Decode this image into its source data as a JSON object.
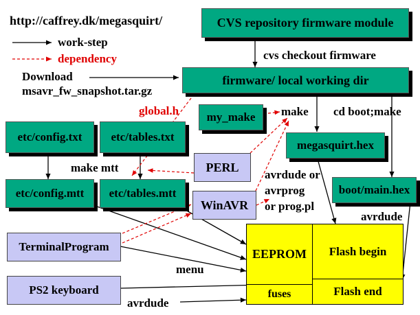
{
  "legend": {
    "url": "http://caffrey.dk/megasquirt/",
    "work_step": "work-step",
    "dependency": "dependency"
  },
  "download": {
    "line1": "Download",
    "line2": "msavr_fw_snapshot.tar.gz"
  },
  "boxes": {
    "cvs_repo": "CVS repository firmware module",
    "working_dir": "firmware/ local working dir",
    "my_make": "my_make",
    "config_txt": "etc/config.txt",
    "tables_txt": "etc/tables.txt",
    "megasquirt_hex": "megasquirt.hex",
    "perl": "PERL",
    "config_mtt": "etc/config.mtt",
    "tables_mtt": "etc/tables.mtt",
    "winavr": "WinAVR",
    "boot_main_hex": "boot/main.hex",
    "terminal_program": "TerminalProgram",
    "ps2_keyboard": "PS2 keyboard"
  },
  "chip": {
    "eeprom": "EEPROM",
    "fuses": "fuses",
    "flash_begin": "Flash begin",
    "flash_end": "Flash end"
  },
  "edge_labels": {
    "cvs_checkout": "cvs checkout firmware",
    "global_h": "global.h",
    "make": "make",
    "cd_boot_make": "cd boot;make",
    "make_mtt": "make mtt",
    "avrdude_or": "avrdude or",
    "avrprog": "avrprog",
    "or_prog_pl": "or prog.pl",
    "avrdude_boot": "avrdude",
    "menu": "menu",
    "avrdude_bottom": "avrdude"
  },
  "colors": {
    "box_green": "#00a882",
    "box_lavender": "#c8c8f5",
    "chip_yellow": "#ffff00",
    "dependency_red": "#e00000"
  }
}
